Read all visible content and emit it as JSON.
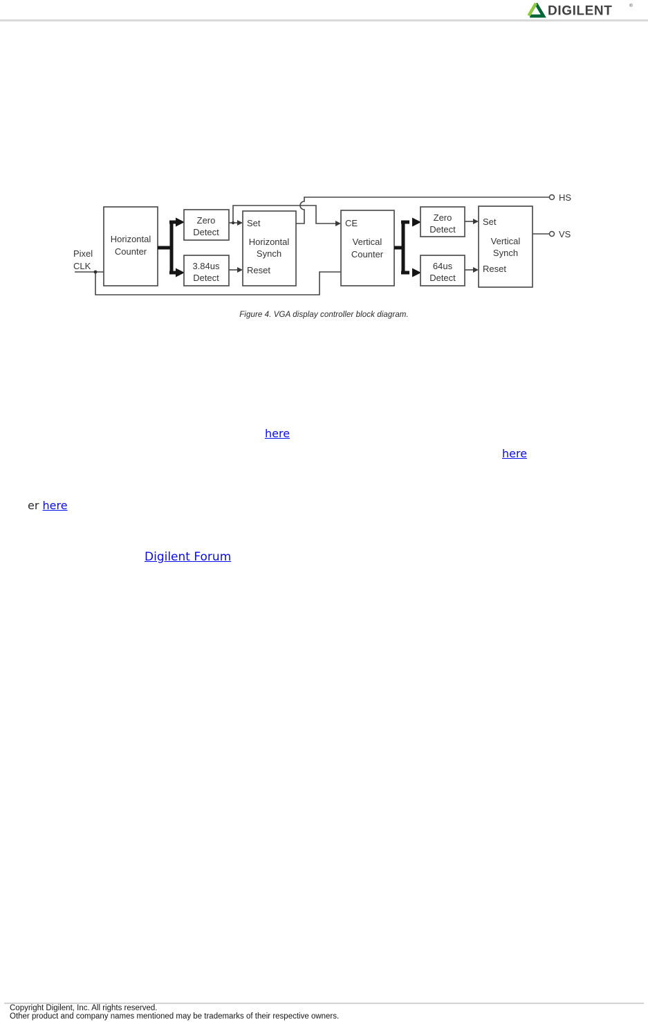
{
  "header": {
    "logo_text": "DIGILENT",
    "logo_reg": "®"
  },
  "diagram": {
    "input": {
      "line1": "Pixel",
      "line2": "CLK"
    },
    "blocks": {
      "hcounter": {
        "line1": "Horizontal",
        "line2": "Counter"
      },
      "hzero": {
        "line1": "Zero",
        "line2": "Detect"
      },
      "h384": {
        "line1": "3.84us",
        "line2": "Detect"
      },
      "hsynch": {
        "set": "Set",
        "line1": "Horizontal",
        "line2": "Synch",
        "reset": "Reset"
      },
      "vcounter": {
        "ce": "CE",
        "line1": "Vertical",
        "line2": "Counter"
      },
      "vzero": {
        "line1": "Zero",
        "line2": "Detect"
      },
      "v64": {
        "line1": "64us",
        "line2": "Detect"
      },
      "vsynch": {
        "set": "Set",
        "line1": "Vertical",
        "line2": "Synch",
        "reset": "Reset"
      }
    },
    "outputs": {
      "hs": "HS",
      "vs": "VS"
    }
  },
  "caption": "Figure 4. VGA display controller block diagram.",
  "links": {
    "here1": "here",
    "here2": "here",
    "here3_prefix": "er ",
    "here3": "here",
    "forum": "Digilent Forum"
  },
  "footer": {
    "line1": "Copyright Digilent, Inc. All rights reserved.",
    "line2": "Other product and company names mentioned may be trademarks of their respective owners."
  },
  "colors": {
    "link": "#0a0af0",
    "logo_light_green": "#8DC63F",
    "logo_dark_green": "#006838",
    "logo_text": "#414042"
  }
}
